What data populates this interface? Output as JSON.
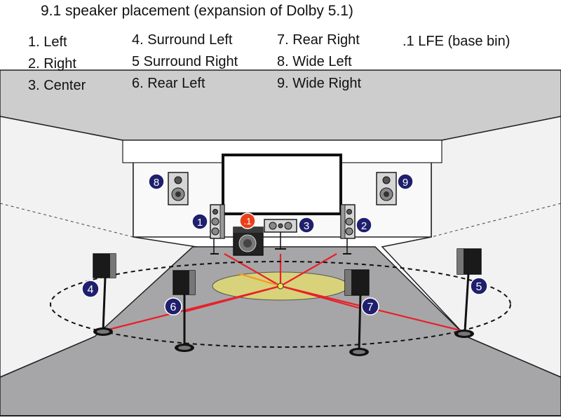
{
  "title": "9.1 speaker placement (expansion of Dolby 5.1)",
  "legend": {
    "col1": [
      "1. Left",
      "2. Right",
      "3. Center"
    ],
    "col2": [
      "4. Surround Left",
      "5 Surround Right",
      "6. Rear Left"
    ],
    "col3": [
      "7. Rear Right",
      "8. Wide Left",
      "9. Wide Right"
    ],
    "col4": [
      ".1 LFE (base bin)"
    ]
  },
  "badges": {
    "b1": "1",
    "b2": "2",
    "b3": "3",
    "b4": "4",
    "b5": "5",
    "b6": "6",
    "b7": "7",
    "b8": "8",
    "b9": "9",
    "lfe": ".1"
  },
  "colors": {
    "badge_blue": "#1f1f6e",
    "badge_lfe": "#e8401c",
    "beam_red": "#e8202a",
    "beam_orange": "#f39a1d",
    "floor_gray": "#a6a6a8",
    "sweet_spot": "#d8d27a"
  }
}
